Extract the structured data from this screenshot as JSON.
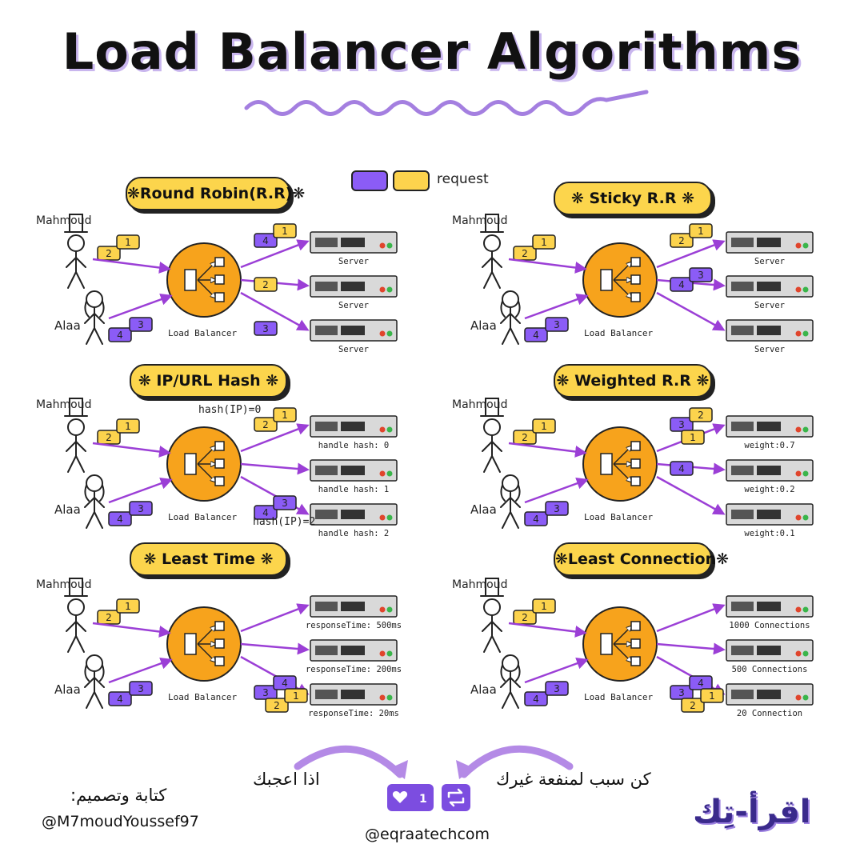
{
  "title": "Load Balancer Algorithms",
  "legend": {
    "text": "request"
  },
  "colors": {
    "purple": "#8b5cf6",
    "yellow": "#fcd34d",
    "orange": "#f7a31c",
    "arrow": "#9b3fd6",
    "title_bg": "#fcd54c"
  },
  "sections": [
    {
      "title": "❋Round Robin(R.R)❋",
      "lb_label": "Load Balancer",
      "clients": [
        "Mahmoud",
        "Alaa"
      ],
      "requests": {
        "mahmoud": [
          "2",
          "1"
        ],
        "alaa": [
          "4",
          "3"
        ]
      },
      "annotations": [
        "",
        ""
      ],
      "servers": [
        {
          "label": "Server",
          "requests": [
            "4",
            "1"
          ]
        },
        {
          "label": "Server",
          "requests": [
            "2"
          ]
        },
        {
          "label": "Server",
          "requests": [
            "3"
          ]
        }
      ]
    },
    {
      "title": "❋   Sticky R.R   ❋",
      "lb_label": "Load Balancer",
      "clients": [
        "Mahmoud",
        "Alaa"
      ],
      "requests": {
        "mahmoud": [
          "2",
          "1"
        ],
        "alaa": [
          "4",
          "3"
        ]
      },
      "annotations": [
        "",
        ""
      ],
      "servers": [
        {
          "label": "Server",
          "requests": [
            "2",
            "1"
          ]
        },
        {
          "label": "Server",
          "requests": [
            "4",
            "3"
          ]
        },
        {
          "label": "Server",
          "requests": []
        }
      ]
    },
    {
      "title": "❋ IP/URL Hash ❋",
      "lb_label": "Load Balancer",
      "clients": [
        "Mahmoud",
        "Alaa"
      ],
      "requests": {
        "mahmoud": [
          "2",
          "1"
        ],
        "alaa": [
          "4",
          "3"
        ]
      },
      "annotations": [
        "hash(IP)=0",
        "hash(IP)=2"
      ],
      "servers": [
        {
          "label": "handle hash: 0",
          "requests": [
            "2",
            "1"
          ]
        },
        {
          "label": "handle hash: 1",
          "requests": []
        },
        {
          "label": "handle hash: 2",
          "requests": [
            "4",
            "3"
          ]
        }
      ]
    },
    {
      "title": "❋ Weighted R.R ❋",
      "lb_label": "Load Balancer",
      "clients": [
        "Mahmoud",
        "Alaa"
      ],
      "requests": {
        "mahmoud": [
          "2",
          "1"
        ],
        "alaa": [
          "4",
          "3"
        ]
      },
      "annotations": [
        "",
        ""
      ],
      "servers": [
        {
          "label": "weight:0.7",
          "requests": [
            "3",
            "2",
            "1"
          ]
        },
        {
          "label": "weight:0.2",
          "requests": [
            "4"
          ]
        },
        {
          "label": "weight:0.1",
          "requests": []
        }
      ]
    },
    {
      "title": "❋   Least Time   ❋",
      "lb_label": "Load Balancer",
      "clients": [
        "Mahmoud",
        "Alaa"
      ],
      "requests": {
        "mahmoud": [
          "2",
          "1"
        ],
        "alaa": [
          "4",
          "3"
        ]
      },
      "annotations": [
        "",
        ""
      ],
      "servers": [
        {
          "label": "responseTime: 500ms",
          "requests": []
        },
        {
          "label": "responseTime: 200ms",
          "requests": []
        },
        {
          "label": "responseTime: 20ms",
          "requests": [
            "3",
            "4",
            "2",
            "1"
          ]
        }
      ]
    },
    {
      "title": "❋Least Connection❋",
      "lb_label": "Load Balancer",
      "clients": [
        "Mahmoud",
        "Alaa"
      ],
      "requests": {
        "mahmoud": [
          "2",
          "1"
        ],
        "alaa": [
          "4",
          "3"
        ]
      },
      "annotations": [
        "",
        ""
      ],
      "servers": [
        {
          "label": "1000 Connections",
          "requests": []
        },
        {
          "label": "500 Connections",
          "requests": []
        },
        {
          "label": "20 Connection",
          "requests": [
            "3",
            "4",
            "2",
            "1"
          ]
        }
      ]
    }
  ],
  "footer": {
    "credit_label": "كتابة وتصميم:",
    "credit_handle": "@M7moudYoussef97",
    "like_text": "اذا اعجبك",
    "share_text": "كن سبب لمنفعة غيرك",
    "like_count": "1",
    "site_handle": "@eqraatechcom",
    "logo": "اقرأ-تِك"
  }
}
